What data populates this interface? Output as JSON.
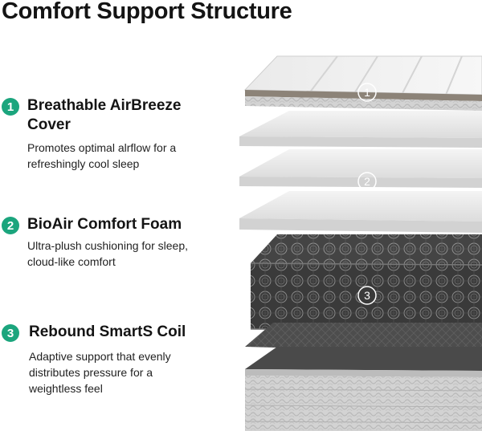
{
  "title": "Comfort Support Structure",
  "features": [
    {
      "number": "1",
      "title": "Breathable AirBreeze Cover",
      "description": "Promotes optimal alrflow for a refreshingly cool sleep"
    },
    {
      "number": "2",
      "title": "BioAir Comfort Foam",
      "description": "Ultra-plush cushioning for sleep, cloud-like comfort"
    },
    {
      "number": "3",
      "title": "Rebound SmartS Coil",
      "description": "Adaptive support that evenly distributes pressure for a weightless feel"
    }
  ],
  "layer_markers": [
    "1",
    "2",
    "3"
  ],
  "colors": {
    "accent": "#1ba57d",
    "foam": "#e6e6e6",
    "coil": "#3c3c3c"
  }
}
